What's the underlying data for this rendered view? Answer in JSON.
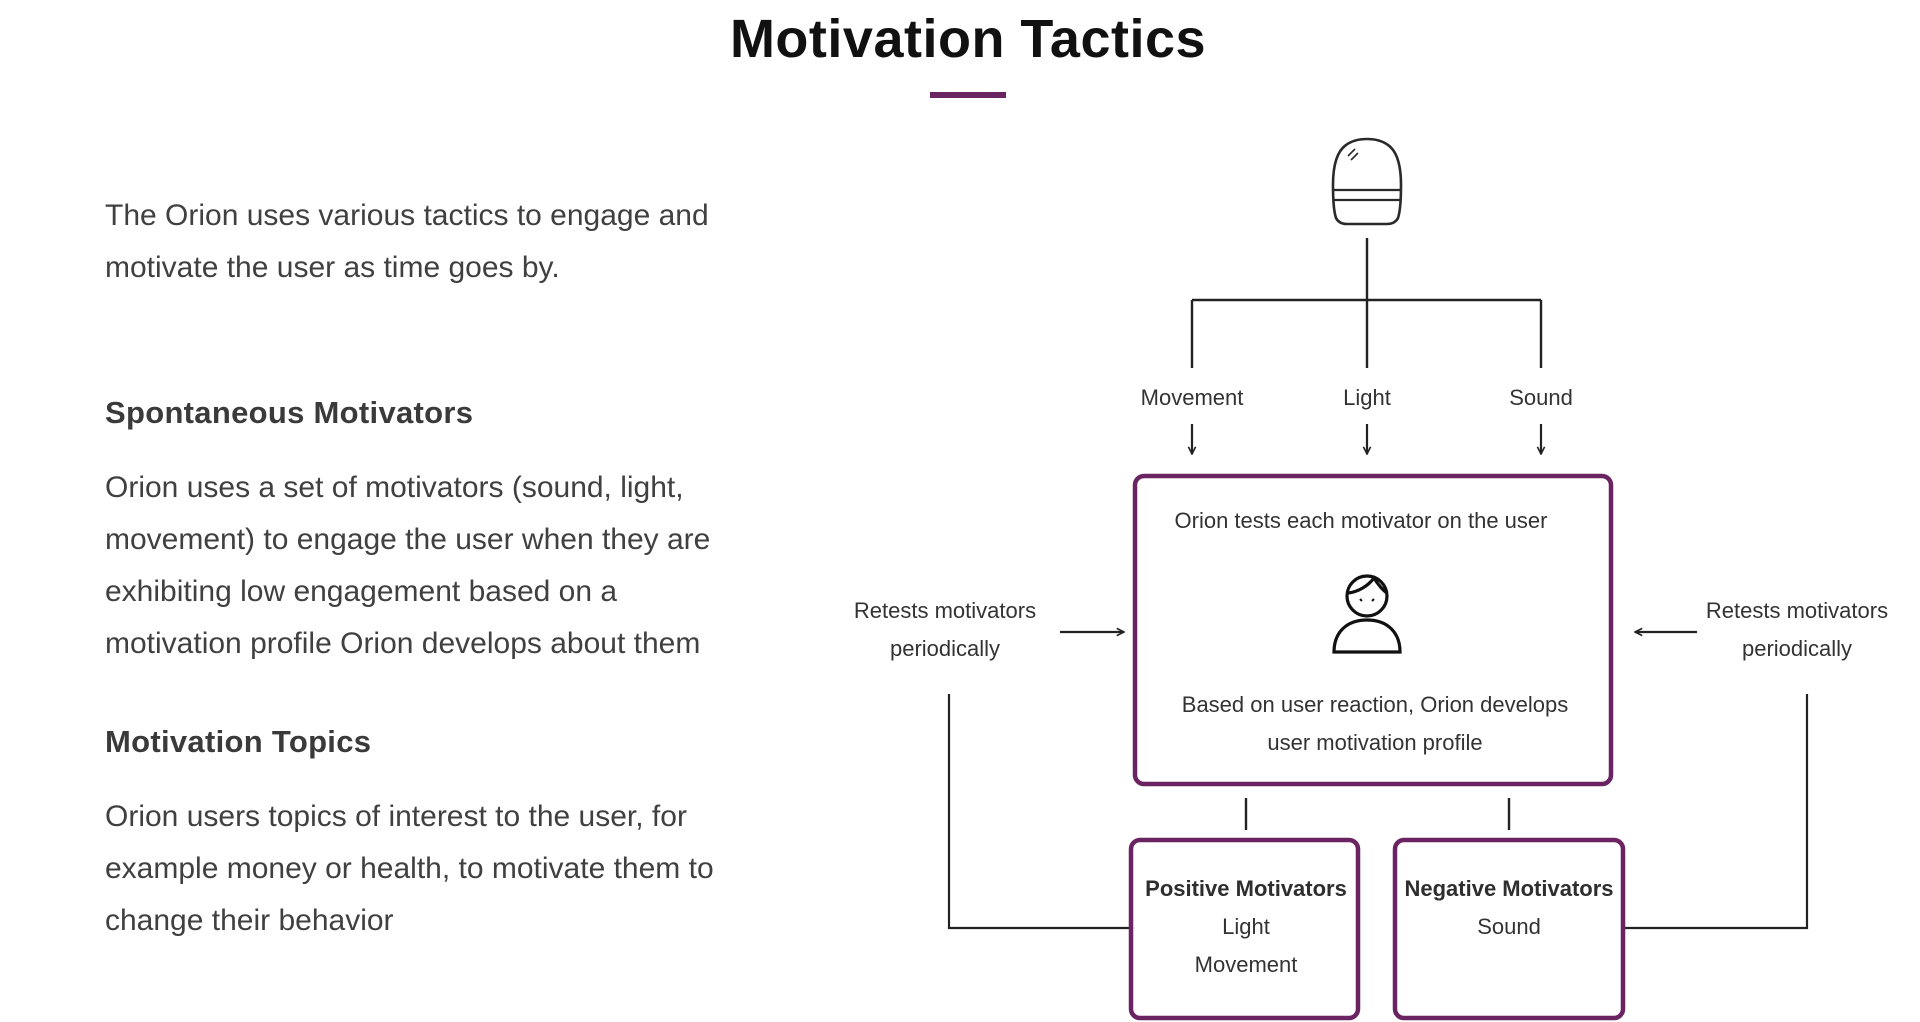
{
  "page": {
    "title": "Motivation Tactics",
    "accent_color": "#6b2462",
    "intro": "The Orion uses various tactics to engage and motivate the user as time goes by."
  },
  "sections": [
    {
      "heading": "Spontaneous Motivators",
      "body": "Orion uses a set of motivators (sound, light, movement) to engage the user when they are exhibiting low engagement based on a motivation profile Orion develops about them"
    },
    {
      "heading": "Motivation Topics",
      "body": "Orion users topics of interest to the user, for example money or health, to motivate them to change their behavior"
    }
  ],
  "diagram": {
    "device_icon": "orion-device-icon",
    "user_icon": "user-icon",
    "channels": [
      "Movement",
      "Light",
      "Sound"
    ],
    "center_box": {
      "top_text": "Orion tests each motivator on the user",
      "bottom_text_line1": "Based on user reaction, Orion develops",
      "bottom_text_line2": "user motivation profile"
    },
    "retest_left": {
      "line1": "Retests motivators",
      "line2": "periodically"
    },
    "retest_right": {
      "line1": "Retests motivators",
      "line2": "periodically"
    },
    "positive_box": {
      "title": "Positive Motivators",
      "items": [
        "Light",
        "Movement"
      ]
    },
    "negative_box": {
      "title": "Negative Motivators",
      "items": [
        "Sound"
      ]
    }
  }
}
